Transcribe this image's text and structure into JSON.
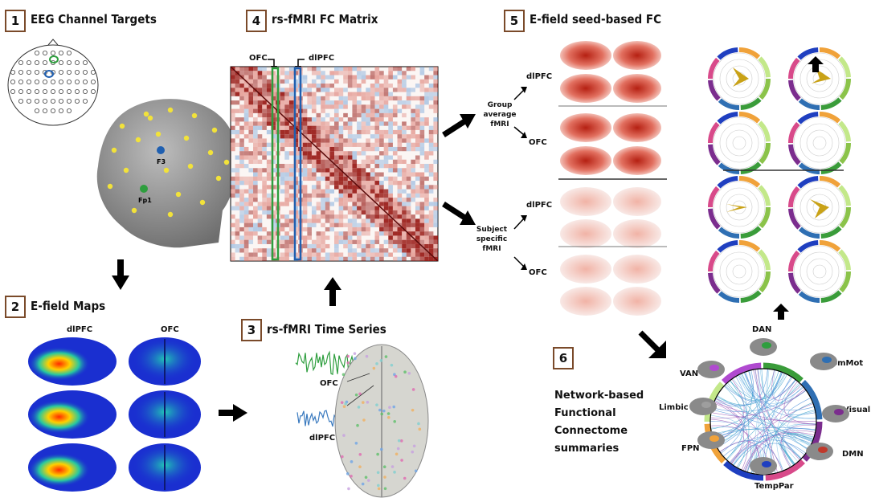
{
  "steps": {
    "s1": {
      "num": "1",
      "title": "EEG Channel Targets"
    },
    "s2": {
      "num": "2",
      "title": "E-field Maps"
    },
    "s3": {
      "num": "3",
      "title": "rs-fMRI Time Series"
    },
    "s4": {
      "num": "4",
      "title": "rs-fMRI FC Matrix"
    },
    "s5": {
      "num": "5",
      "title": "E-field seed-based FC"
    },
    "s6": {
      "num": "6",
      "title": "Network-based Functional Connectome summaries",
      "lines": [
        "Network-based",
        "Functional",
        "Connectome",
        "summaries"
      ]
    }
  },
  "electrodes": {
    "f3": "F3",
    "fp1": "Fp1"
  },
  "efield": {
    "col_left": "dlPFC",
    "col_right": "OFC"
  },
  "timeseries": {
    "ofc": "OFC",
    "dlpfc": "dlPFC"
  },
  "matrix": {
    "ofc": "OFC",
    "dlpfc": "dlPFC"
  },
  "seed": {
    "group_lines": [
      "Group",
      "average",
      "fMRI"
    ],
    "subject_lines": [
      "Subject",
      "specific",
      "fMRI"
    ],
    "group_dlpfc": "dlPFC",
    "group_ofc": "OFC",
    "subject_dlpfc": "dlPFC",
    "subject_ofc": "OFC"
  },
  "networks": {
    "dan": "DAN",
    "sommot": "SomMot",
    "visual": "Visual",
    "dmn": "DMN",
    "temppar": "TempPar",
    "fpn": "FPN",
    "limbic": "Limbic",
    "van": "VAN"
  },
  "colors": {
    "step_border": "#7a4a2a",
    "ofc_green": "#2e9e3e",
    "dlpfc_blue": "#1f5fb0",
    "electrode_yellow": "#f2e23a",
    "head_gray": "#9a9a9a",
    "brain_blue": "#1a2fd0"
  }
}
